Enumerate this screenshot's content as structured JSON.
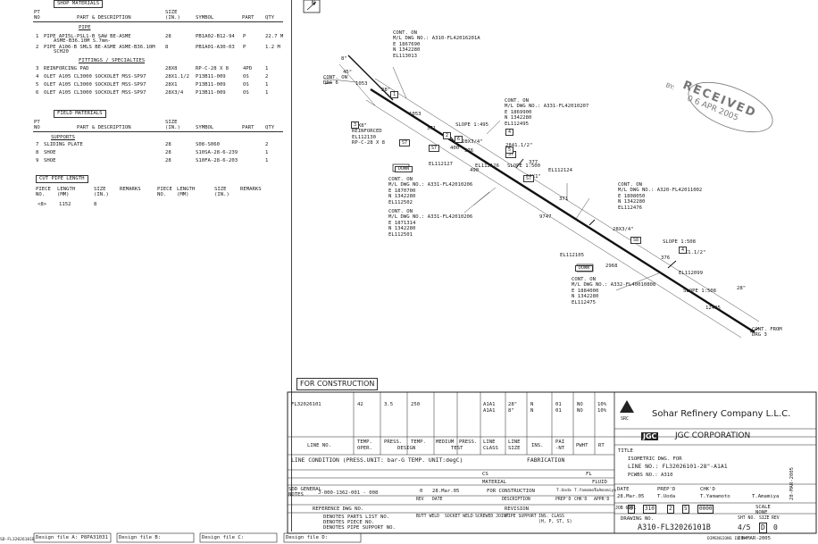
{
  "bom": {
    "shop_materials": "SHOP MATERIALS",
    "hdr_pt": "PT",
    "hdr_no": "NO",
    "hdr_desc": "PART & DESCRIPTION",
    "hdr_size": "SIZE",
    "hdr_size2": "(IN.)",
    "hdr_symbol": "SYMBOL",
    "hdr_part": "PART",
    "hdr_qty": "QTY",
    "pipe_title": "PIPE",
    "pipe_items": [
      {
        "no": "1",
        "desc": "PIPE API5L-PSL1-B SAW BE-ASME",
        "desc2": "ASME-B36.10M S.7mm-",
        "size": "28",
        "symbol": "PB1A02-B12-94",
        "part": "P",
        "qty": "22.7 M"
      },
      {
        "no": "2",
        "desc": "PIPE A106-B SMLS BE-ASME ASME-B36.10M",
        "desc2": "SCH20",
        "size": "8",
        "symbol": "PB1A01-A30-03",
        "part": "P",
        "qty": "1.2 M"
      }
    ],
    "fittings_title": "FITTINGS / SPECIALTIES",
    "fitting_items": [
      {
        "no": "3",
        "desc": "REINFORCING PAD",
        "size": "28X8",
        "symbol": "RP-C-28 X 8",
        "part": "4PD",
        "qty": "1"
      },
      {
        "no": "4",
        "desc": "OLET A105 CL3000 SOCKOLET MSS-SP97",
        "size": "28X1.1/2",
        "symbol": "P13B11-009",
        "part": "OS",
        "qty": "2"
      },
      {
        "no": "5",
        "desc": "OLET A105 CL3000 SOCKOLET MSS-SP97",
        "size": "28X1",
        "symbol": "P13B11-009",
        "part": "OS",
        "qty": "1"
      },
      {
        "no": "6",
        "desc": "OLET A105 CL3000 SOCKOLET MSS-SP97",
        "size": "28X3/4",
        "symbol": "P13B11-009",
        "part": "OS",
        "qty": "1"
      }
    ],
    "field_materials": "FIELD MATERIALS",
    "supports_title": "SUPPORTS",
    "support_items": [
      {
        "no": "7",
        "desc": "SLIDING PLATE",
        "size": "28",
        "symbol": "S08-S060",
        "part": "",
        "qty": "2"
      },
      {
        "no": "8",
        "desc": "SHOE",
        "size": "28",
        "symbol": "S10SA-28-6-239",
        "part": "",
        "qty": "1"
      },
      {
        "no": "9",
        "desc": "SHOE",
        "size": "28",
        "symbol": "S10FA-28-6-203",
        "part": "",
        "qty": "1"
      }
    ],
    "cut_pipe": "CUT PIPE LENGTH",
    "cut_hdr": [
      "PIECE",
      "LENGTH",
      "SIZE",
      "REMARKS",
      "PIECE",
      "LENGTH",
      "SIZE",
      "REMARKS"
    ],
    "cut_hdr2": [
      "NO.",
      "(MM)",
      "(IN.)",
      "",
      "NO.",
      "(MM)",
      "(IN.)",
      ""
    ],
    "cut_rows": [
      {
        "no": "<8>",
        "length": "1152",
        "size": "8"
      }
    ]
  },
  "drawing": {
    "north": "N",
    "labels": [
      {
        "id": "cont1",
        "lines": [
          "CONT. ON",
          "DRG 6"
        ]
      },
      {
        "id": "cont2",
        "lines": [
          "CONT. ON",
          "M/L DWG NO.: A310-FL42016201A",
          "E 1867690",
          "N 1342280",
          "EL113013"
        ]
      },
      {
        "id": "cont3",
        "lines": [
          "CONT. ON",
          "M/L DWG NO.: A331-FL42010207",
          "E 1869900",
          "N 1342280",
          "EL112495"
        ]
      },
      {
        "id": "cont4",
        "lines": [
          "CONT. ON",
          "M/L DWG NO.: A331-FL42010206",
          "E 1870700",
          "N 1342280",
          "EL112502"
        ]
      },
      {
        "id": "cont5",
        "lines": [
          "CONT. ON",
          "M/L DWG NO.: A331-FL42010206",
          "E 1871314",
          "N 1342280",
          "EL112501"
        ]
      },
      {
        "id": "cont6",
        "lines": [
          "CONT. ON",
          "M/L DWG NO.: A320-FL42011002",
          "E 1808050",
          "N 1342280",
          "EL112476"
        ]
      },
      {
        "id": "cont7",
        "lines": [
          "CONT. ON",
          "M/L DWG NO.: A332-FL40010808",
          "E 1884000",
          "N 1342280",
          "EL112475"
        ]
      },
      {
        "id": "cont8",
        "lines": [
          "CONT. FROM",
          "DRG 3"
        ]
      },
      {
        "id": "reinf",
        "lines": [
          "28X8\"",
          "REINFORCED",
          "EL112130",
          "RP-C-28 X 8"
        ]
      }
    ],
    "dims": [
      "8\"",
      "45°",
      "1053",
      "28\"",
      "1053",
      "371",
      "400",
      "376",
      "2841.1/2\"",
      "28X3/4\"",
      "SLOPE 1:495",
      "EL112127",
      "EL112126",
      "377",
      "28X1\"",
      "490",
      "EL112124",
      "SLOPE 1:500",
      "371",
      "9747",
      "28X3/4\"",
      "EL112105",
      "2968",
      "SLOPE 1:508",
      "376",
      "28X1.1/2\"",
      "EL112099",
      "SLOPE 1:508",
      "12495",
      "28\""
    ],
    "markers": [
      "3",
      "1",
      "S7",
      "2",
      "S7",
      "4",
      "6",
      "S7",
      "5",
      "S7",
      "S8",
      "4"
    ],
    "boxed": [
      "DOWN",
      "DOWN"
    ],
    "stamp": [
      "RECEIVED",
      "0 6 APR 2005",
      "BY:"
    ]
  },
  "title_block": {
    "for_construction": "FOR CONSTRUCTION",
    "line_no_val": "FL32026101",
    "temp": "42",
    "press": "3.5",
    "temp2": "250",
    "class_codes": [
      "A1A1",
      "A1A1"
    ],
    "sizes": [
      "28\"",
      "8\""
    ],
    "ins": [
      "N",
      "N"
    ],
    "pnt": [
      "01",
      "01"
    ],
    "pwht": [
      "NO",
      "NO"
    ],
    "rt": [
      "10%",
      "10%"
    ],
    "hdr_line_no": "LINE NO.",
    "hdr_temp": "TEMP.",
    "hdr_oper": "OPER.",
    "hdr_press": "PRESS.",
    "hdr_design": "DESIGN",
    "hdr_temp2": "TEMP.",
    "hdr_medium": "MEDIUM",
    "hdr_press2": "PRESS.",
    "hdr_test": "TEST",
    "hdr_line": "LINE",
    "hdr_class": "CLASS",
    "hdr_line2": "LINE",
    "hdr_size": "SIZE",
    "hdr_ins": "INS.",
    "hdr_pai": "PAI",
    "hdr_nt": "-NT",
    "hdr_pwht": "PWHT",
    "hdr_rt": "RT",
    "line_condition": "LINE CONDITION (PRESS.UNIT: bar-G  TEMP. UNIT:degC)",
    "fabrication": "FABRICATION",
    "cs": "CS",
    "fl": "FL",
    "material": "MATERIAL",
    "fluid": "FLUID",
    "sdd_general": "SDD GENERAL",
    "notes": "NOTES",
    "ref_no": "J-000-1362-001 - 008",
    "ref_dwg": "REFERENCE DWG NO.",
    "rev_mark": "0",
    "rev_date": "28.Mar.05",
    "rev_desc": "FOR CONSTRUCTION",
    "rev_by": [
      "T.Uoda",
      "T.Yamamoto",
      "T.Amamiya"
    ],
    "rev_hdr": [
      "REV",
      "DATE",
      "DESCRIPTION",
      "PREP'D",
      "CHK'D",
      "APPR'D"
    ],
    "revision": "REVISION",
    "legend": [
      "DENOTES PARTS LIST NO.",
      "DENOTES PIECE NO.",
      "DENOTES PIPE SUPPORT NO."
    ],
    "legend_cols": [
      "BUTT WELD",
      "SOCKET WELD",
      "SCREWED JOINT",
      "PIPE SUPPORT",
      "INS. CLASS"
    ],
    "legend_cols2": [
      "",
      "",
      "",
      "",
      "(H, P, ST, S)"
    ],
    "company": "Sohar Refinery Company L.L.C.",
    "src": "SRC",
    "jgc": "JGC",
    "jgc_corp": "JGC CORPORATION",
    "title_lbl": "TITLE",
    "title_line1": "ISOMETRIC DWG. FOR",
    "title_line2": "LINE NO.: FL32026101-28\"-A1A1",
    "title_line3": "PCWBS NO.: A310",
    "date_lbl": "DATE",
    "date_val": "28.Mar.05",
    "prep_lbl": "PREP'D",
    "prep_val": "T.Uoda",
    "chk_lbl": "CHK'D",
    "chk_val": "T.Yamamoto",
    "appr_val": "T.Amamiya",
    "scale_lbl": "SCALE",
    "scale_val": "NONE",
    "job_no": "JOB 6901",
    "dwg_boxes": [
      "0",
      "310",
      "2",
      "5",
      "0000"
    ],
    "drawing_no_lbl": "DRAWING NO.",
    "drawing_no": "A310-FL32026101B",
    "sht_lbl": "SHT NO.",
    "size_lbl": "SIZE",
    "rev_lbl": "REV",
    "sht_val": "4/5",
    "size_val": "D",
    "rev_val": "0",
    "side_date": "28-MAR-2005"
  },
  "footer": {
    "design_files": [
      "Design file A: P8PA31031",
      "Design file B:",
      "Design file C:",
      "Design file D:"
    ],
    "left_code": "SD-FL32026101B",
    "print_date": "28-MAR-2005",
    "print_lbl": "DIMENSIONS IN MM"
  }
}
